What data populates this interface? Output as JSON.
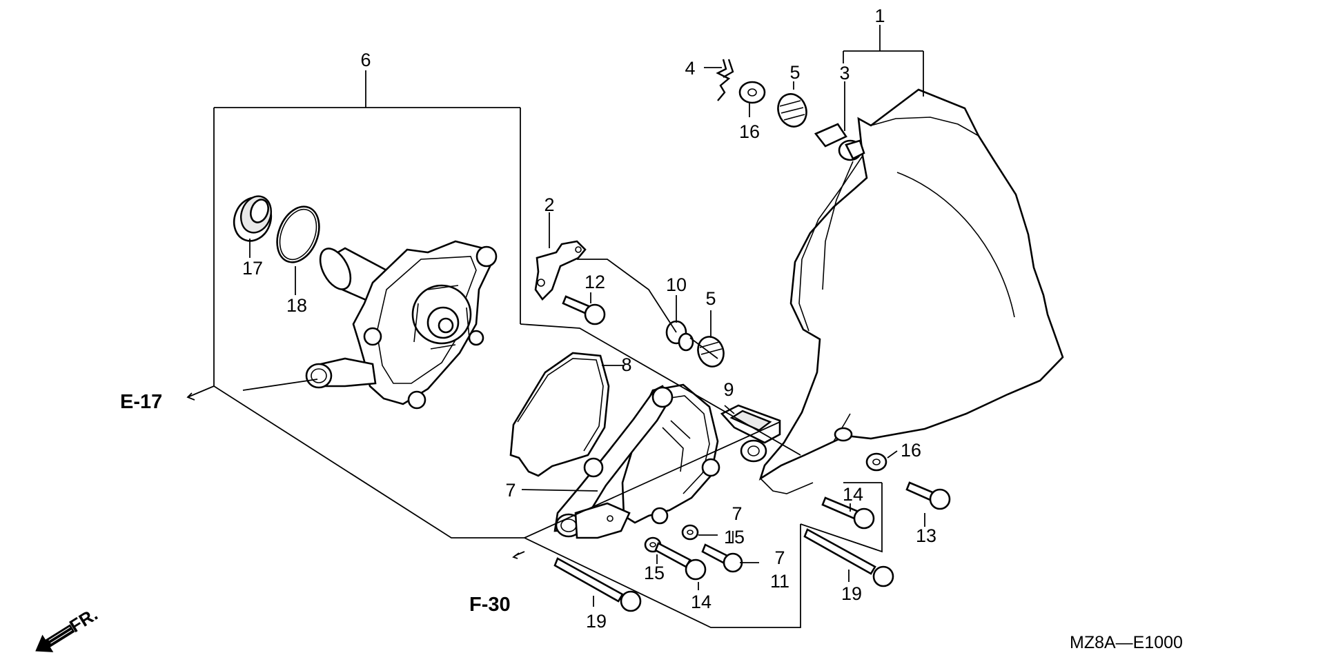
{
  "labels": {
    "p1": "1",
    "p2": "2",
    "p3": "3",
    "p4": "4",
    "p5a": "5",
    "p5b": "5",
    "p6": "6",
    "p7a": "7",
    "p7b": "7",
    "p7c": "7",
    "p8": "8",
    "p9": "9",
    "p10": "10",
    "p11": "11",
    "p12": "12",
    "p13": "13",
    "p14a": "14",
    "p14b": "14",
    "p15a": "15",
    "p15b": "15",
    "p16a": "16",
    "p16b": "16",
    "p17": "17",
    "p18": "18",
    "p19a": "19",
    "p19b": "19"
  },
  "refs": {
    "e17": "E-17",
    "f30": "F-30"
  },
  "direction": "FR.",
  "diagram_code": "MZ8A—E1000"
}
